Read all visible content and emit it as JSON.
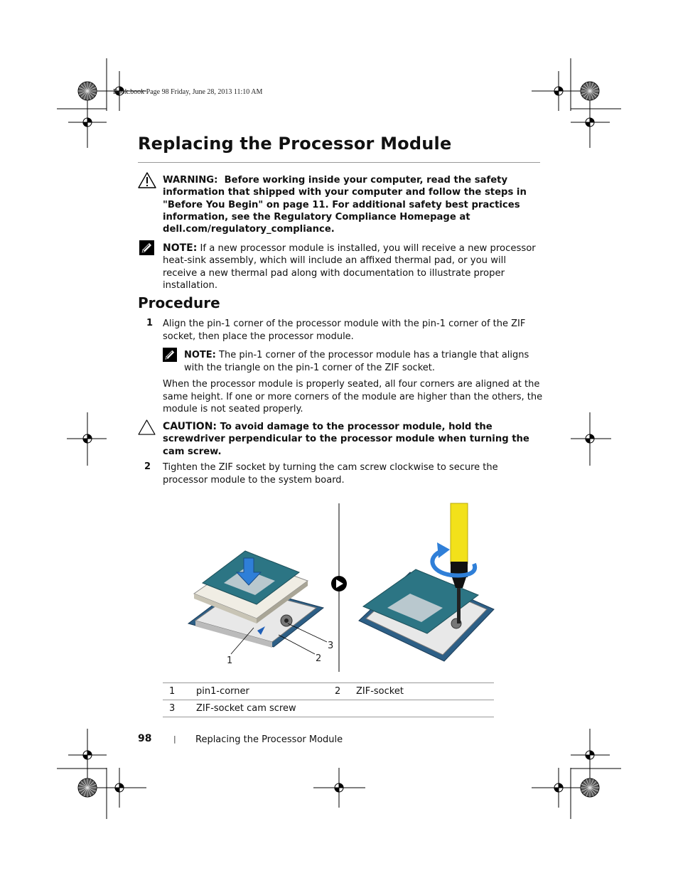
{
  "print_header": "Book.book  Page 98  Friday, June 28, 2013  11:10 AM",
  "title": "Replacing the Processor Module",
  "warning": {
    "lead": "WARNING:",
    "text": "Before working inside your computer, read the safety information that shipped with your computer and follow the steps in \"Before You Begin\" on page 11. For additional safety best practices information, see the Regulatory Compliance Homepage at dell.com/regulatory_compliance."
  },
  "note1": {
    "lead": "NOTE:",
    "text": "If a new processor module is installed, you will receive a new processor heat-sink assembly, which will include an affixed thermal pad, or you will receive a new thermal pad along with documentation to illustrate proper installation."
  },
  "procedure_heading": "Procedure",
  "step1": {
    "num": "1",
    "text": "Align the pin-1 corner of the processor module with the pin-1 corner of the ZIF socket, then place the processor module."
  },
  "note2": {
    "lead": "NOTE:",
    "text": "The pin-1 corner of the processor module has a triangle that aligns with the triangle on the pin-1 corner of the ZIF socket."
  },
  "seated_paragraph": "When the processor module is properly seated, all four corners are aligned at the same height. If one or more corners of the module are higher than the others, the module is not seated properly.",
  "caution": {
    "lead": "CAUTION:",
    "text": "To avoid damage to the processor module, hold the screwdriver perpendicular to the processor module when turning the cam screw."
  },
  "step2": {
    "num": "2",
    "text": "Tighten the ZIF socket by turning the cam screw clockwise to secure the processor module to the system board."
  },
  "figure_callouts": [
    "1",
    "2",
    "3"
  ],
  "legend": [
    {
      "num": "1",
      "label": "pin1-corner",
      "num2": "2",
      "label2": "ZIF-socket"
    },
    {
      "num": "3",
      "label": "ZIF-socket cam screw",
      "num2": "",
      "label2": ""
    }
  ],
  "footer": {
    "page_number": "98",
    "separator": "|",
    "section": "Replacing the Processor Module"
  }
}
